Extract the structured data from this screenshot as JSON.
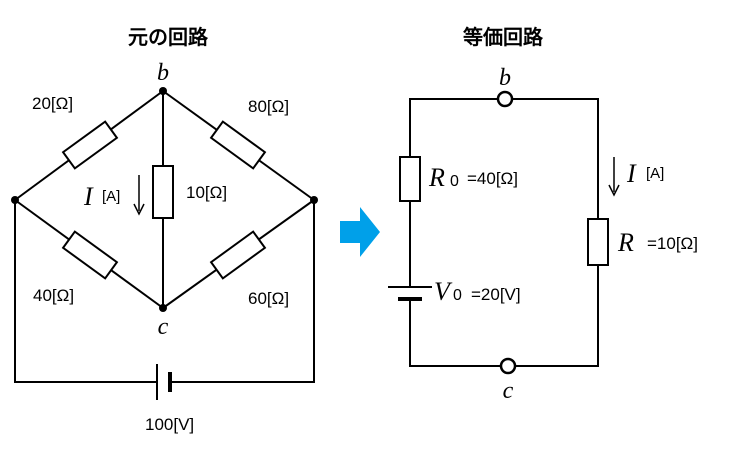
{
  "left_title": "元の回路",
  "right_title": "等価回路",
  "left_circuit": {
    "node_b": "b",
    "node_c": "c",
    "r_top_left": "20[Ω]",
    "r_top_right": "80[Ω]",
    "r_bottom_left": "40[Ω]",
    "r_bottom_right": "60[Ω]",
    "r_middle": "10[Ω]",
    "current_symbol": "I",
    "current_unit": "[A]",
    "battery": "100[V]"
  },
  "right_circuit": {
    "node_b": "b",
    "node_c": "c",
    "r0_symbol": "R",
    "r0_sub": "0",
    "r0_value": "=40[Ω]",
    "v0_symbol": "V",
    "v0_sub": "0",
    "v0_value": "=20[V]",
    "current_symbol": "I",
    "current_unit": "[A]",
    "r_symbol": "R",
    "r_value": "=10[Ω]"
  },
  "colors": {
    "arrow": "#00a0e9",
    "line": "#000000"
  }
}
